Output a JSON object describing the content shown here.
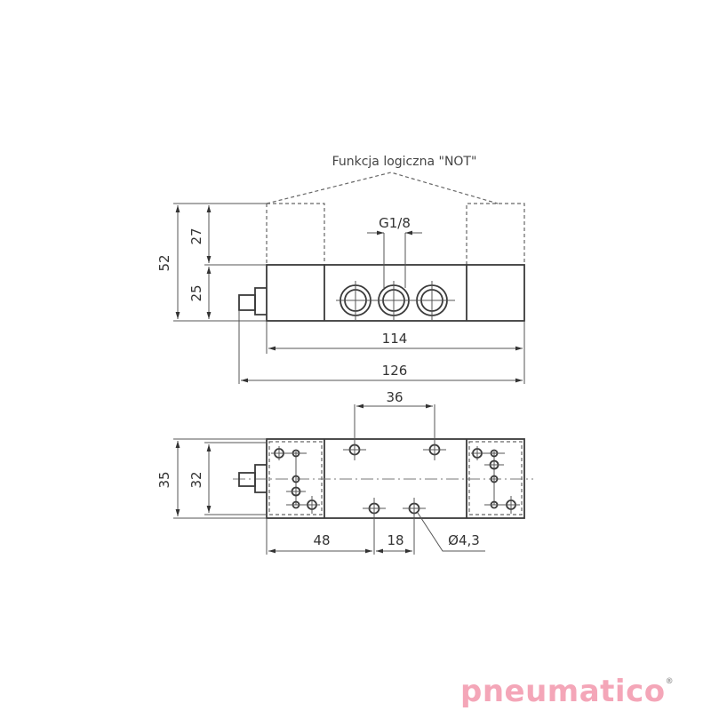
{
  "diagram": {
    "title": "Funkcja logiczna  \"NOT\"",
    "top_view": {
      "dimensions": {
        "overall_height": "52",
        "upper_height": "27",
        "body_height": "25",
        "port_thread": "G1/8",
        "body_length": "114",
        "overall_length": "126"
      }
    },
    "bottom_view": {
      "dimensions": {
        "hole_spacing_top": "36",
        "overall_width": "35",
        "inner_width": "32",
        "offset_to_hole": "48",
        "hole_spacing_bottom": "18",
        "hole_diameter": "Ø4,3"
      }
    }
  },
  "brand": {
    "logo_text": "pneumatico",
    "registered_mark": "®",
    "color": "#f4a6b8"
  }
}
